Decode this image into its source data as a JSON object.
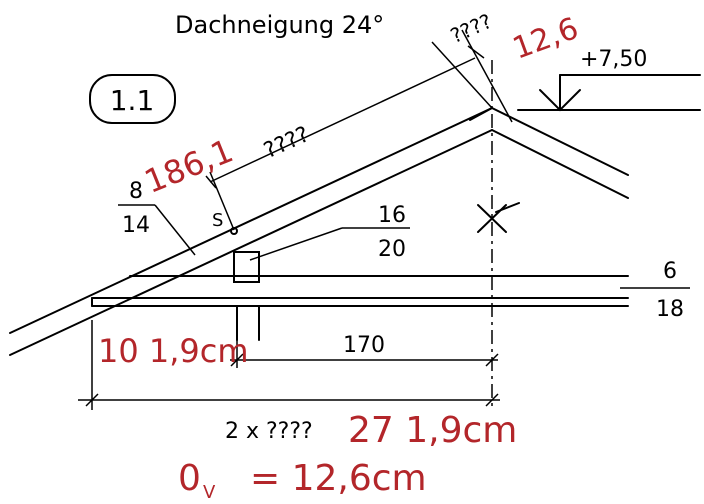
{
  "title": "Dachneigung 24°",
  "detail_number": "1.1",
  "labels": {
    "top_unknown": "????",
    "top_red": "12,6",
    "elevation": "+7,50",
    "rafter_len_red": "186,1",
    "rafter_len_unknown": "????",
    "rafter_section_num": "8",
    "rafter_section_den": "14",
    "s_mark": "S",
    "beam_section_num": "16",
    "beam_section_den": "20",
    "tie_section_num": "6",
    "tie_section_den": "18",
    "left_red": "10 1,9cm",
    "mid_dim": "170",
    "bottom_unknown": "2 x ????",
    "bottom_red": "27 1,9cm",
    "result_red": "0",
    "result_sub": "V",
    "result_rest": "= 12,6cm"
  },
  "colors": {
    "ink": "#000000",
    "annotation_red": "#b3262a"
  }
}
